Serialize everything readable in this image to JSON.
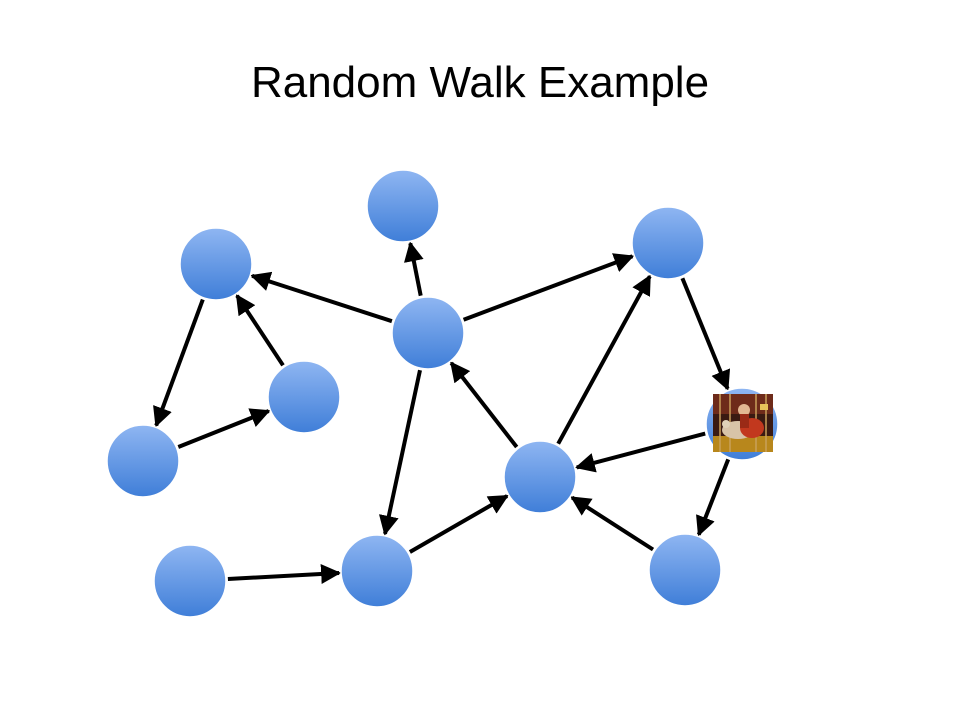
{
  "slide": {
    "title": "Random Walk Example"
  },
  "colors": {
    "node_top": "#8fb6f2",
    "node_bottom": "#3f7ed8",
    "node_stroke": "#ffffff",
    "edge": "#000000"
  },
  "graph": {
    "nodes": [
      "n1",
      "n2",
      "n3",
      "n4",
      "n5",
      "n6",
      "n7",
      "n8",
      "n9",
      "n10",
      "n11"
    ],
    "edges": [
      {
        "from": "n5",
        "to": "n1"
      },
      {
        "from": "n5",
        "to": "n2"
      },
      {
        "from": "n5",
        "to": "n3"
      },
      {
        "from": "n5",
        "to": "n9"
      },
      {
        "from": "n1",
        "to": "n6"
      },
      {
        "from": "n4",
        "to": "n1"
      },
      {
        "from": "n6",
        "to": "n4"
      },
      {
        "from": "n3",
        "to": "n7"
      },
      {
        "from": "n7",
        "to": "n8"
      },
      {
        "from": "n7",
        "to": "n11"
      },
      {
        "from": "n8",
        "to": "n5"
      },
      {
        "from": "n8",
        "to": "n3"
      },
      {
        "from": "n10",
        "to": "n9"
      },
      {
        "from": "n9",
        "to": "n8"
      },
      {
        "from": "n11",
        "to": "n8"
      }
    ],
    "walker_node": "n7",
    "walker_icon": "random-walker-photo-icon"
  }
}
